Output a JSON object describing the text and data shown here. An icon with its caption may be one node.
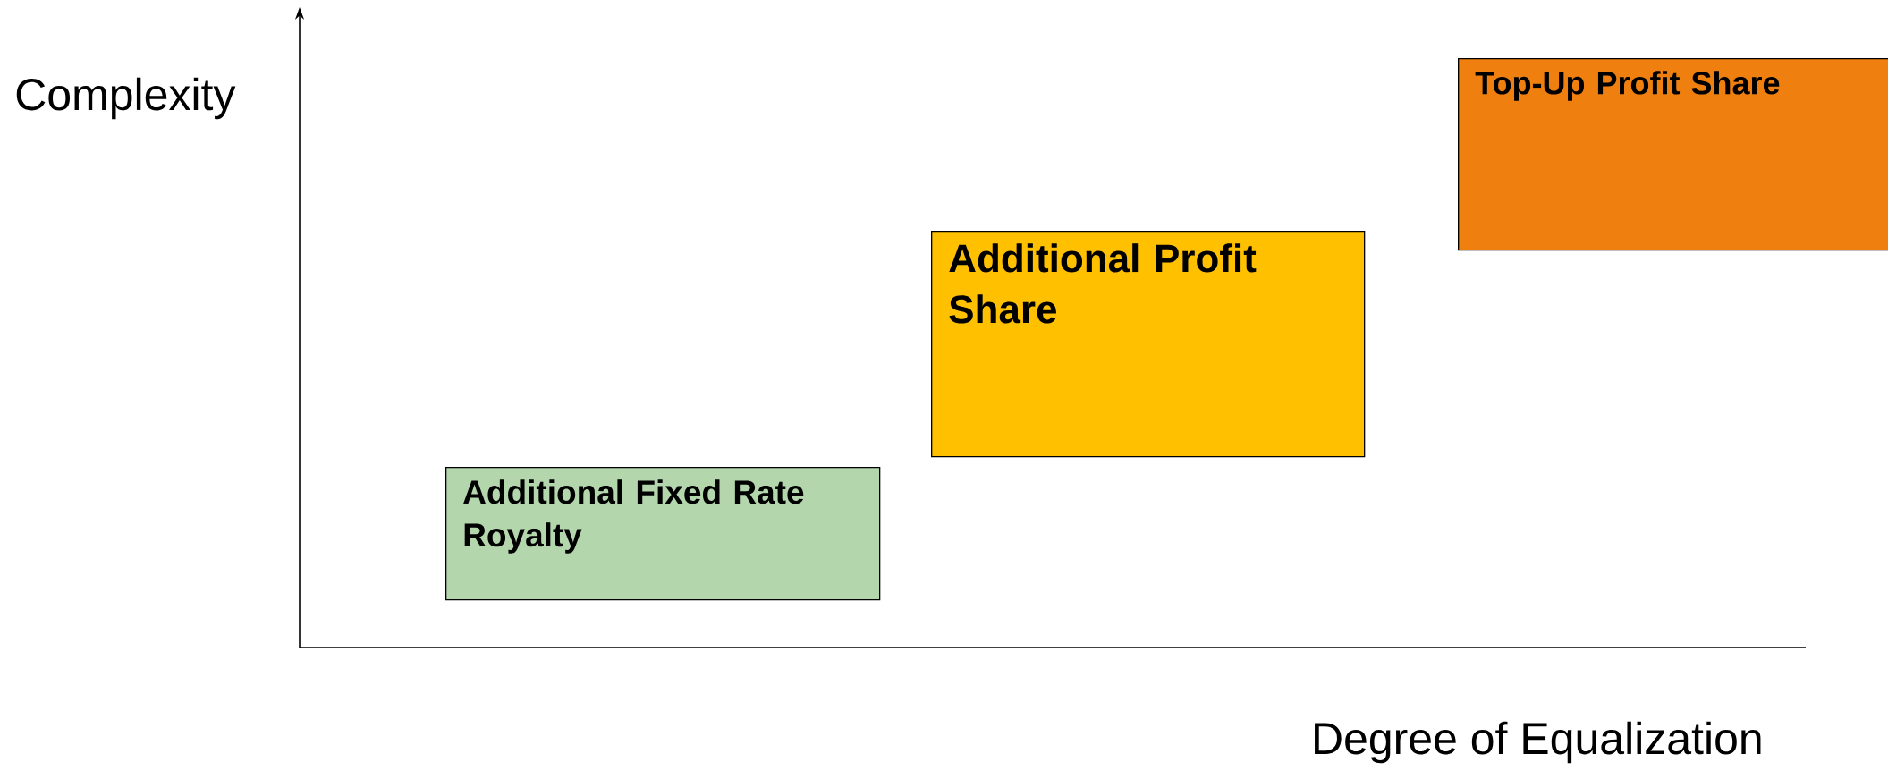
{
  "diagram": {
    "nodes": [
      {
        "text": [
          "Additional Fixed Rate Royalty"
        ]
      },
      {
        "text": [
          "Additional Profit Share"
        ]
      },
      {
        "text": [
          "Top-Up Profit Share"
        ]
      }
    ],
    "labels": [
      "Complexity",
      "Degree of Equalization"
    ]
  }
}
